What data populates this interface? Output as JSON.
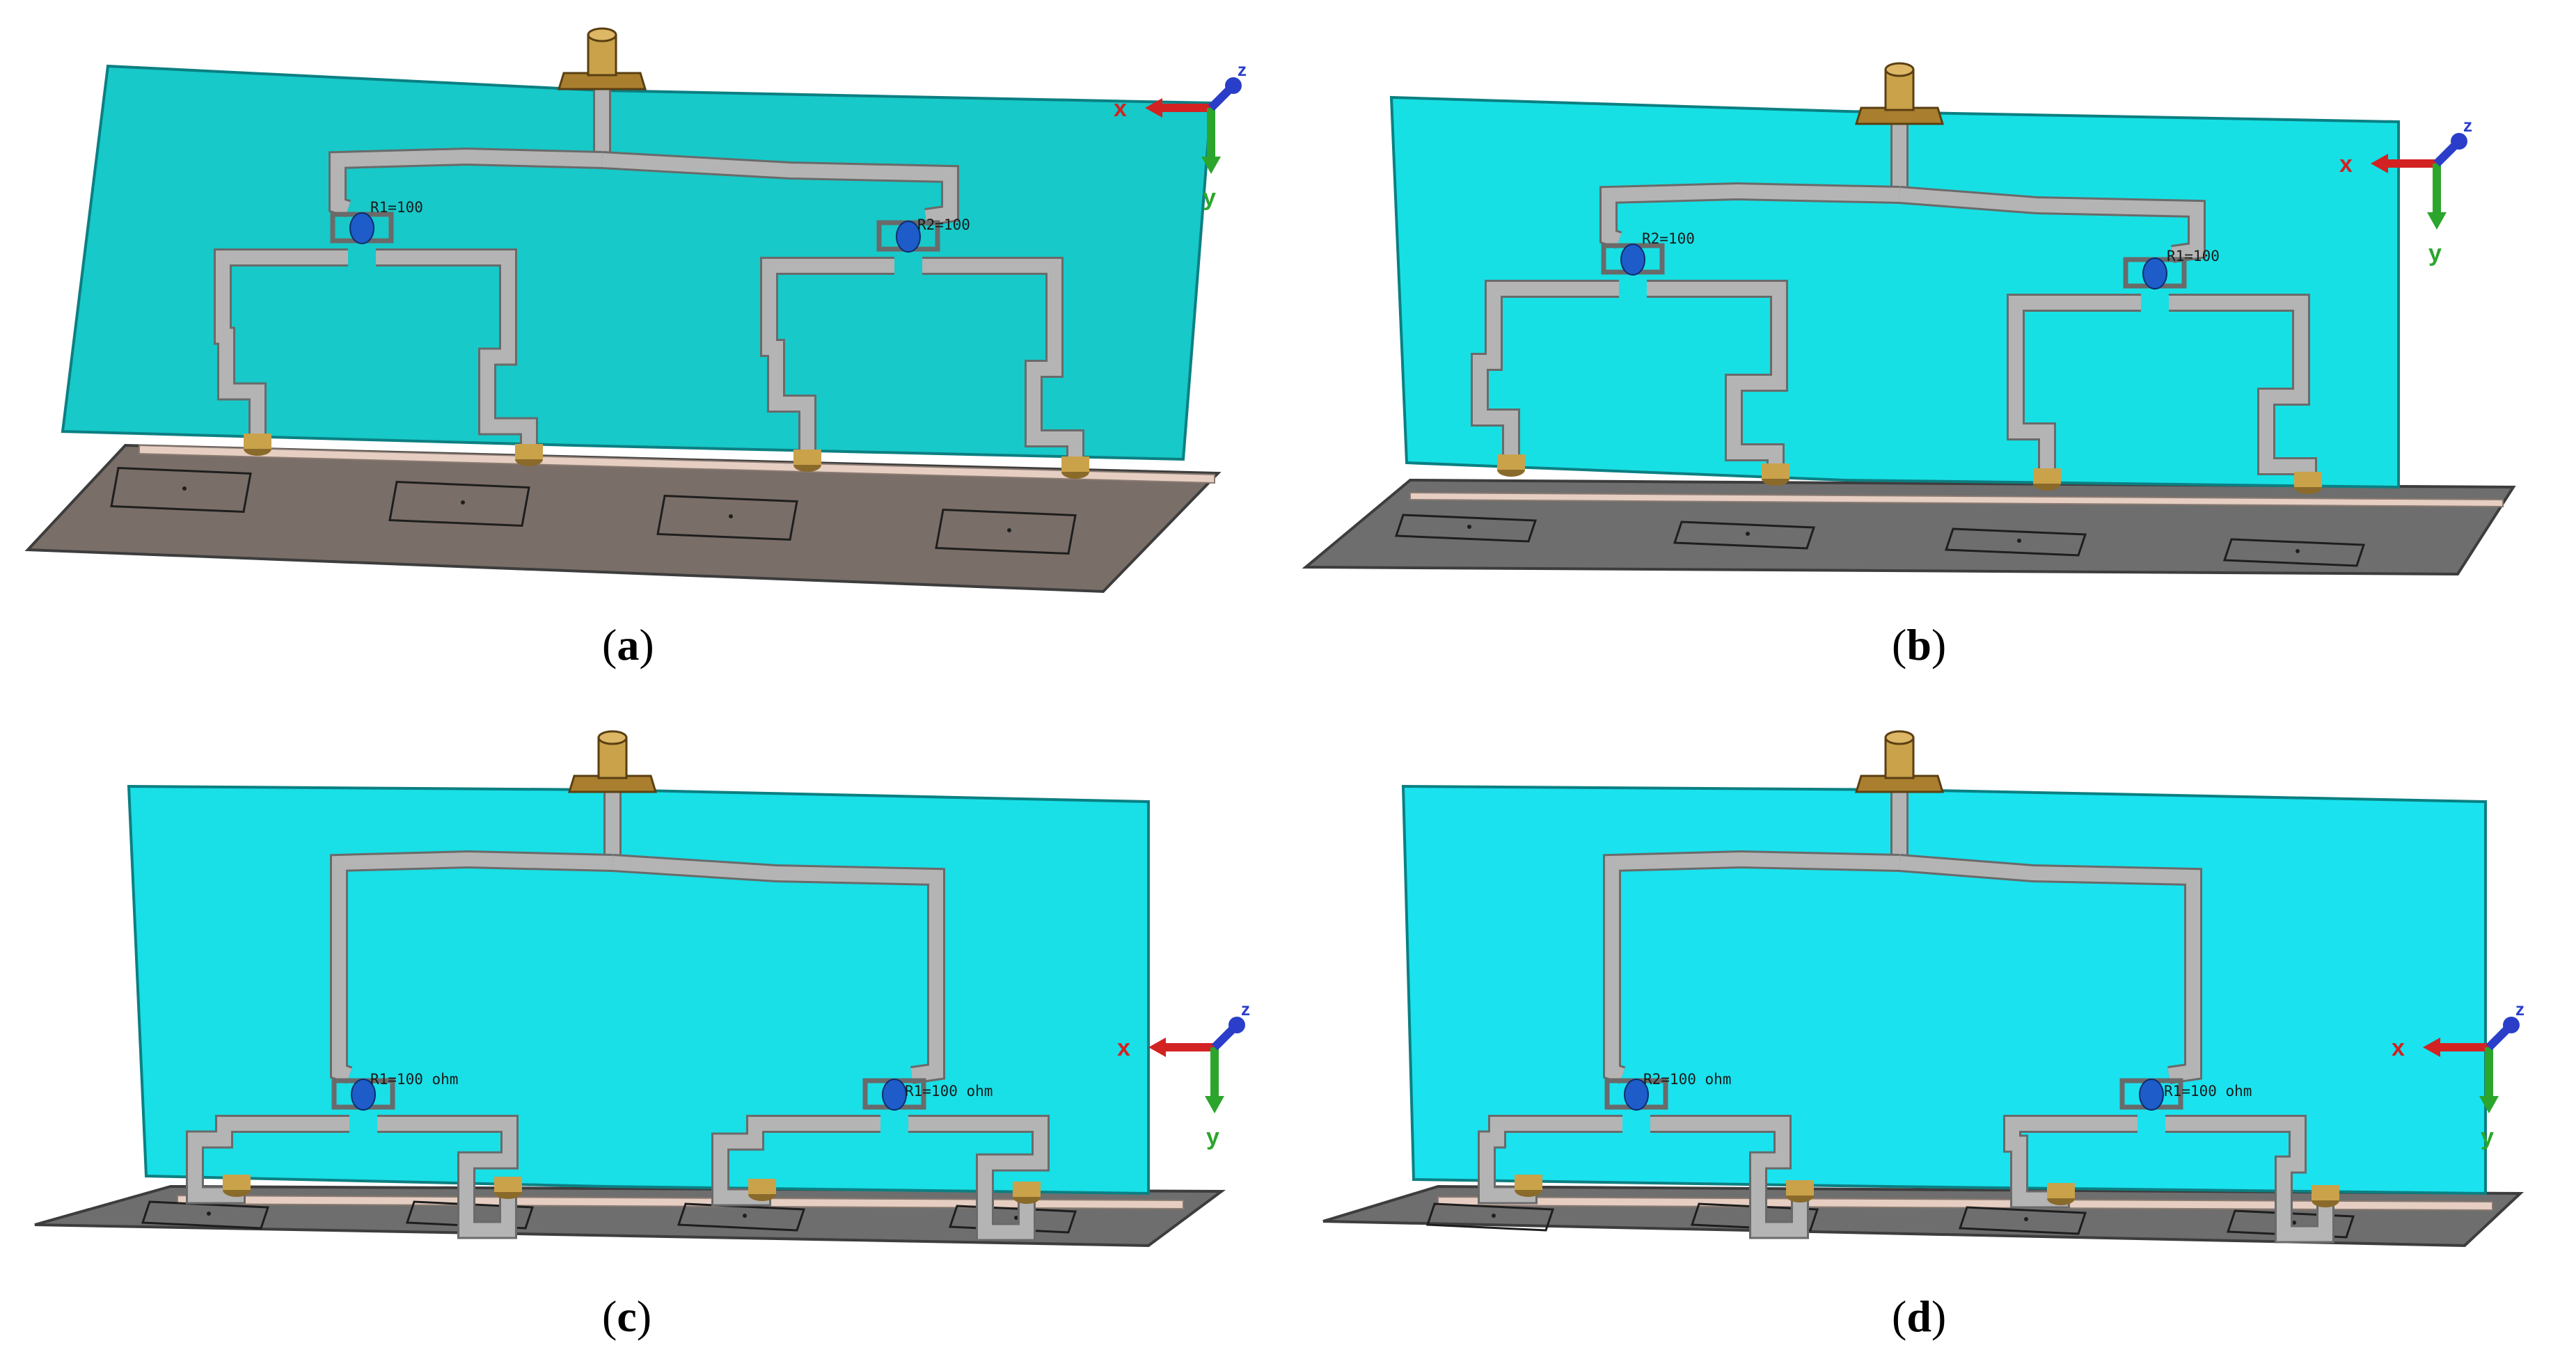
{
  "panels": [
    {
      "id": "a",
      "caption_letter": "a",
      "resistor_labels": [
        "R1=100",
        "R2=100"
      ],
      "trace_style": "a",
      "substrate_color": "#17c9c9",
      "axis": {
        "x": "x",
        "y": "y",
        "z": "z"
      }
    },
    {
      "id": "b",
      "caption_letter": "b",
      "resistor_labels": [
        "R2=100",
        "R1=100"
      ],
      "trace_style": "b",
      "substrate_color": "#17e0e4",
      "axis": {
        "x": "x",
        "y": "y",
        "z": "z"
      }
    },
    {
      "id": "c",
      "caption_letter": "c",
      "resistor_labels": [
        "R1=100 ohm",
        "R1=100 ohm"
      ],
      "trace_style": "c",
      "substrate_color": "#19dfe6",
      "axis": {
        "x": "x",
        "y": "y",
        "z": "z"
      }
    },
    {
      "id": "d",
      "caption_letter": "d",
      "resistor_labels": [
        "R2=100 ohm",
        "R1=100 ohm"
      ],
      "trace_style": "d",
      "substrate_color": "#1ae2ee",
      "axis": {
        "x": "x",
        "y": "y",
        "z": "z"
      }
    }
  ],
  "colors": {
    "trace": "#b4b4b4",
    "trace_edge": "#6a6a6a",
    "ground_plane": "#6e6e6e",
    "ground_plane_a": "#7a6e68",
    "copper_strip": "#e6cfc2",
    "connector": "#c9a24a",
    "resistor": "#1e5cc9",
    "axis_x": "#d32222",
    "axis_y": "#2ca52c",
    "axis_z": "#2a3ec9"
  }
}
